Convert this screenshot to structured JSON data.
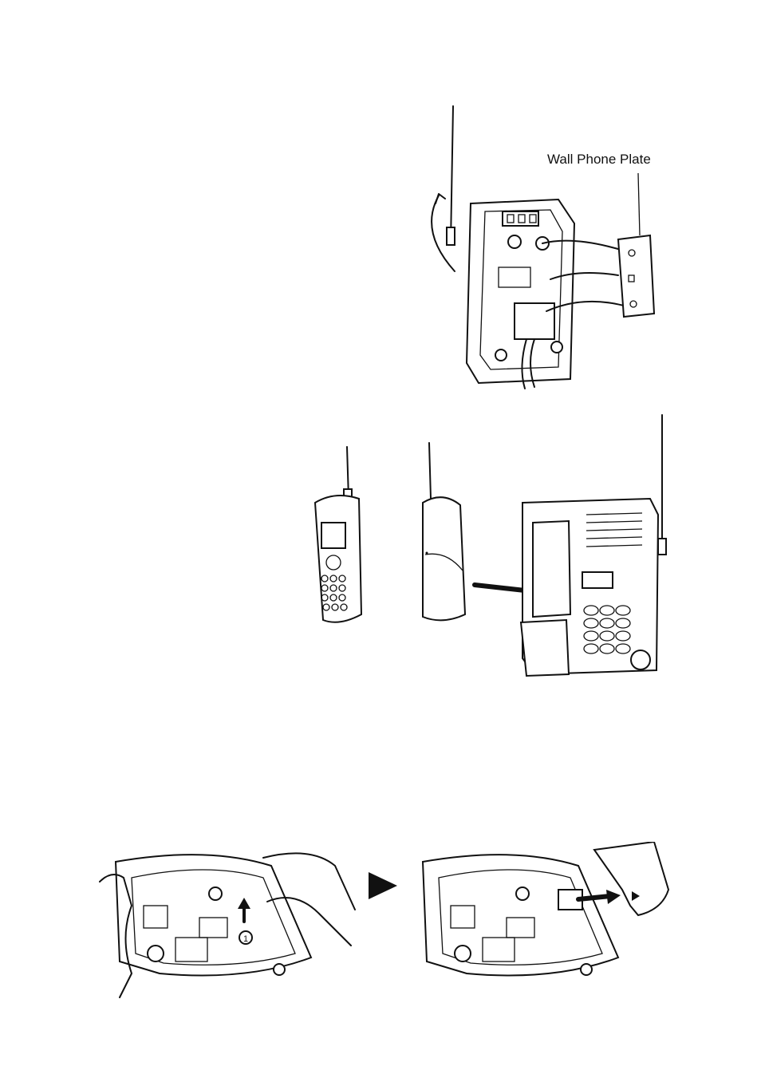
{
  "figure1": {
    "callout": "Wall Phone Plate"
  },
  "figure3": {
    "step_marker": "1"
  },
  "icons": {
    "arrow": "black-right-triangle",
    "cord": "telephone-line-cord",
    "antenna": "antenna"
  }
}
